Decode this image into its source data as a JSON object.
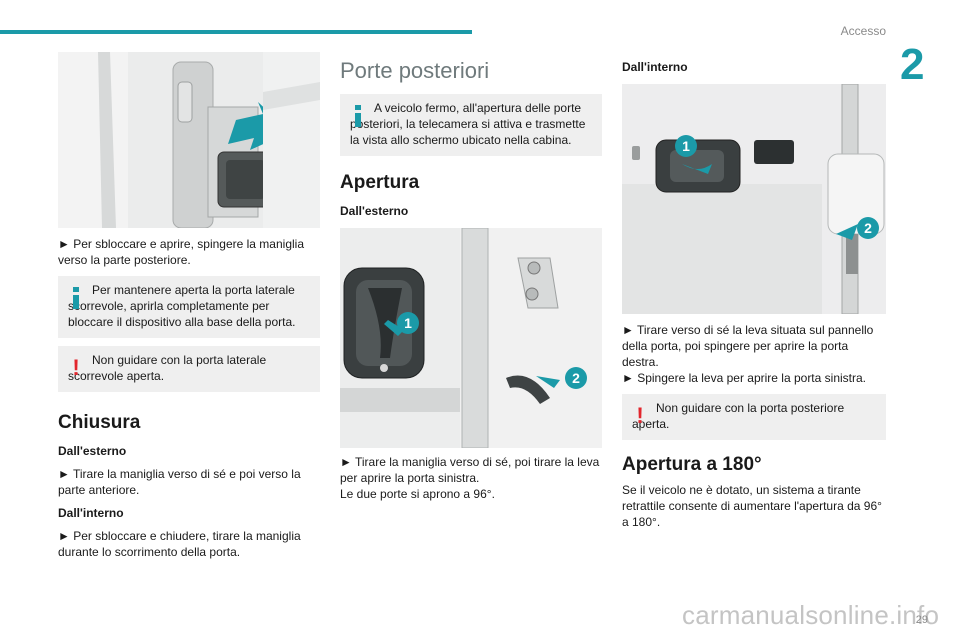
{
  "header": {
    "section": "Accesso",
    "chapter": "2"
  },
  "footer": {
    "page": "29",
    "watermark": "carmanualsonline.info"
  },
  "col1": {
    "step_open": "► Per sbloccare e aprire, spingere la maniglia verso la parte posteriore.",
    "info": "Per mantenere aperta la porta laterale scorrevole, aprirla completamente per bloccare il dispositivo alla base della porta.",
    "warning": "Non guidare con la porta laterale scorrevole aperta.",
    "h_close": "Chiusura",
    "h_outside": "Dall'esterno",
    "step_outside": "► Tirare la maniglia verso di sé e poi verso la parte anteriore.",
    "h_inside": "Dall'interno",
    "step_inside": "► Per sbloccare e chiudere, tirare la maniglia durante lo scorrimento della porta."
  },
  "col2": {
    "title": "Porte posteriori",
    "info": "A veicolo fermo, all'apertura delle porte posteriori, la telecamera si attiva e trasmette la vista allo schermo ubicato nella cabina.",
    "h_open": "Apertura",
    "h_outside": "Dall'esterno",
    "callout1": "1",
    "callout2": "2",
    "step1": "► Tirare la maniglia verso di sé, poi tirare la leva per aprire la porta sinistra.",
    "note": "Le due porte si aprono a 96°."
  },
  "col3": {
    "h_inside": "Dall'interno",
    "callout1": "1",
    "callout2": "2",
    "step1": "► Tirare verso di sé la leva situata sul pannello della porta, poi spingere per aprire la porta destra.",
    "step2": "► Spingere la leva per aprire la porta sinistra.",
    "warning": "Non guidare con la porta posteriore aperta.",
    "h_180": "Apertura a 180°",
    "text_180": "Se il veicolo ne è dotato, un sistema a tirante retrattile consente di aumentare l'apertura da 96° a 180°."
  },
  "colors": {
    "accent": "#1b9aa8",
    "warning": "#e2262d",
    "info": "#1b9aa8"
  }
}
